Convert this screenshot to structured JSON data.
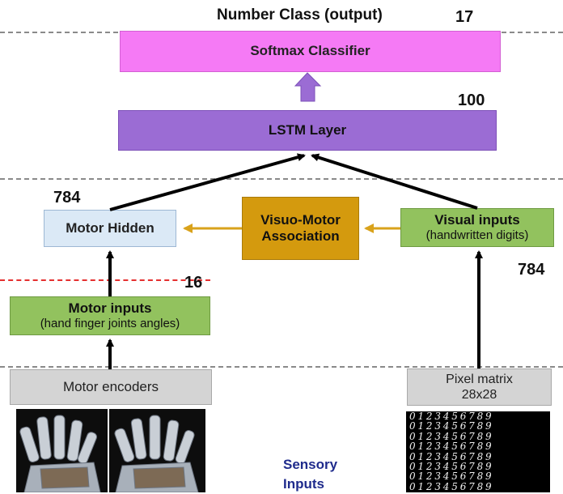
{
  "header": {
    "title": "Number Class (output)",
    "output_size": "17"
  },
  "softmax": {
    "label": "Softmax Classifier"
  },
  "lstm": {
    "label": "LSTM Layer",
    "size": "100"
  },
  "motor_hidden": {
    "label": "Motor Hidden",
    "size": "784"
  },
  "association": {
    "line1": "Visuo-Motor",
    "line2": "Association"
  },
  "visual_inputs": {
    "line1": "Visual inputs",
    "line2": "(handwritten digits)",
    "size": "784"
  },
  "motor_inputs": {
    "line1": "Motor inputs",
    "line2": "(hand finger joints angles)",
    "size": "16"
  },
  "motor_encoders": {
    "label": "Motor encoders"
  },
  "pixel_matrix": {
    "line1": "Pixel matrix",
    "line2": "28x28"
  },
  "sensory": {
    "line1": "Sensory",
    "line2": "Inputs"
  },
  "digit_rows": [
    "0 1 2 3 4 5 6 7 8 9",
    "0 1 2 3 4 5 6 7 8 9",
    "0 1 2 3 4 5 6 7 8 9",
    "0 1 2 3 4 5 6 7 8 9",
    "0 1 2 3 4 5 6 7 8 9",
    "0 1 2 3 4 5 6 7 8 9",
    "0 1 2 3 4 5 6 7 8 9",
    "0 1 2 3 4 5 6 7 8 9"
  ],
  "colors": {
    "softmax": "#f57af5",
    "lstm": "#9b6cd4",
    "motor_hidden": "#dbe9f6",
    "association": "#d49a0e",
    "inputs_green": "#92c25e",
    "sensor_gray": "#d4d4d4",
    "sensory_text": "#1f2b8c",
    "assoc_arrow": "#d9a21b",
    "red_dash": "#e53030"
  }
}
